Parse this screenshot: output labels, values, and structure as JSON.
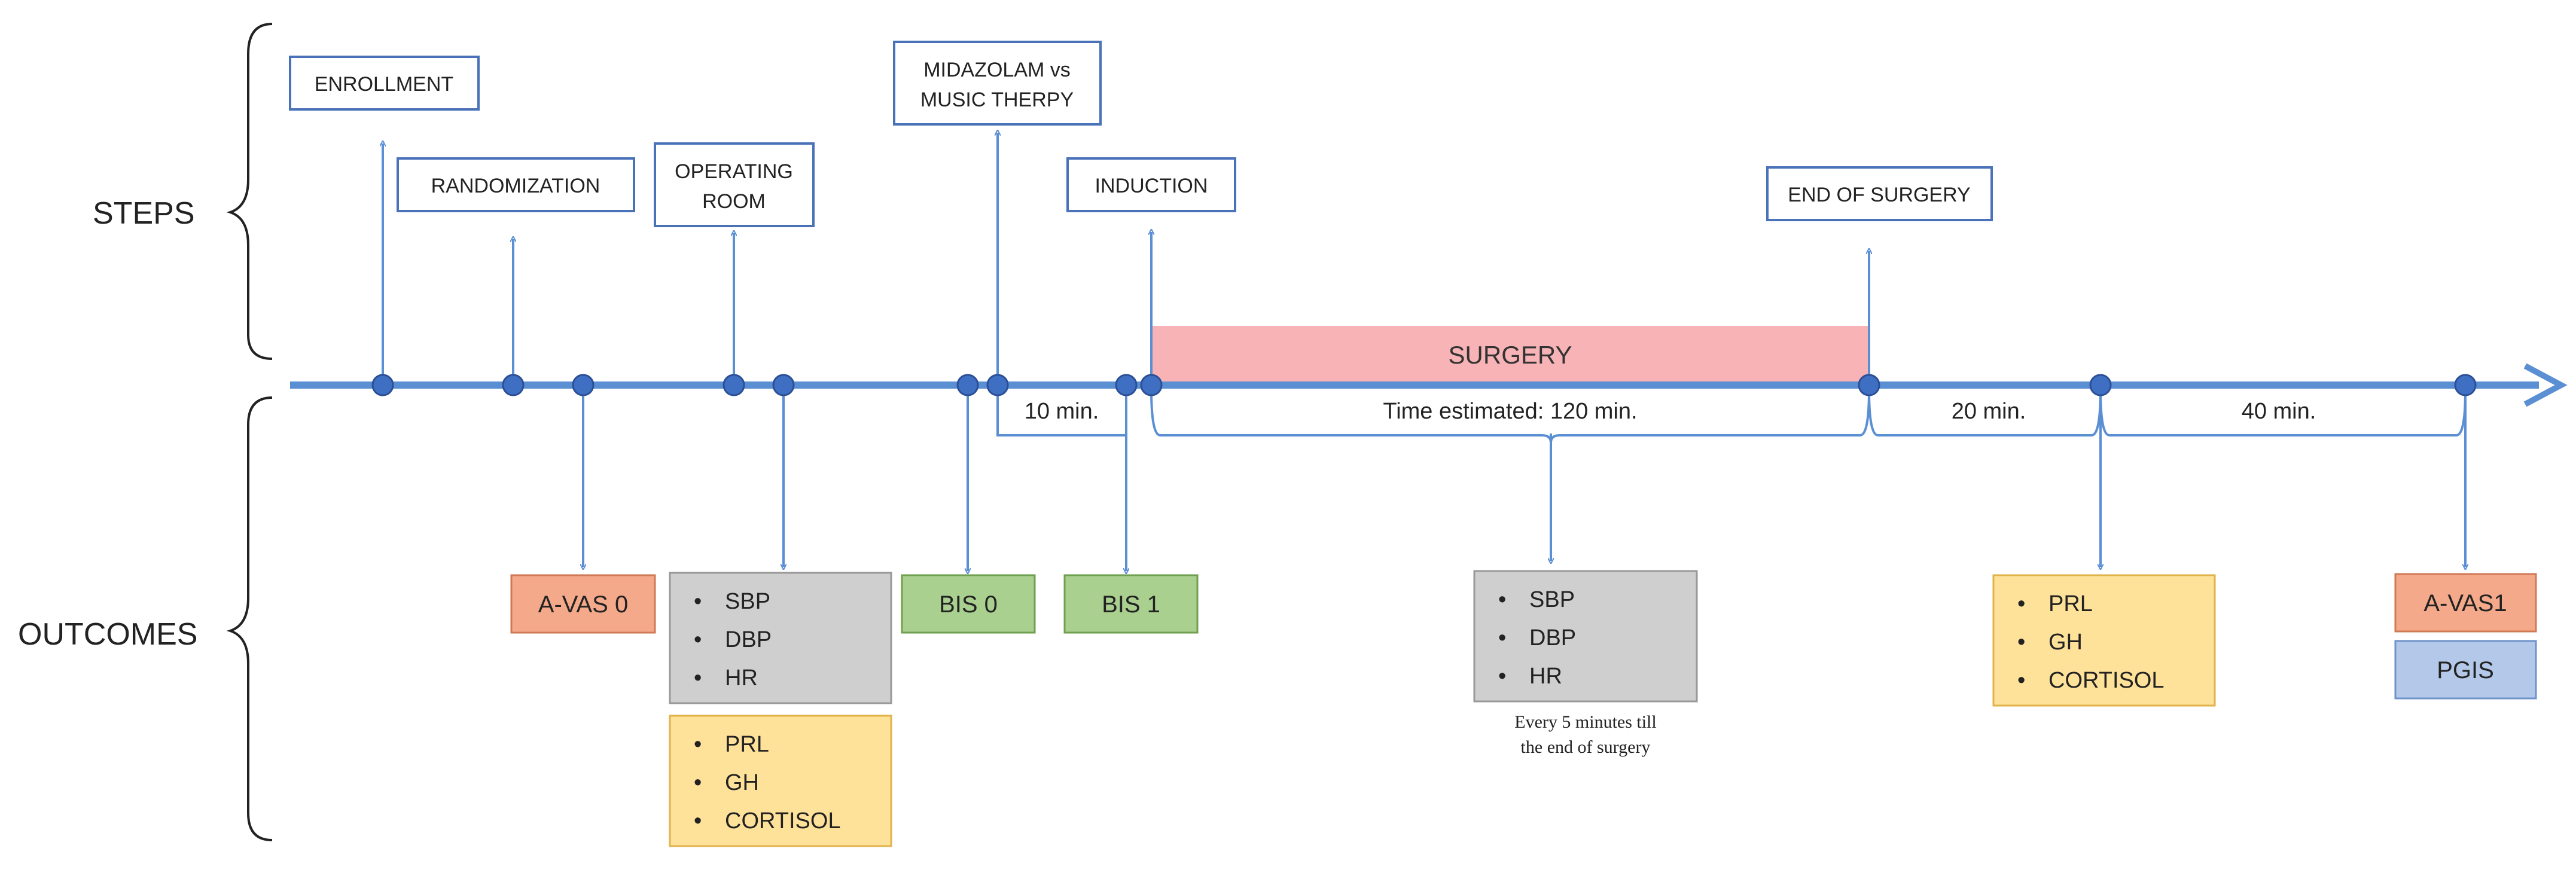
{
  "side_labels": {
    "steps": "STEPS",
    "outcomes": "OUTCOMES"
  },
  "steps": {
    "enrollment": "ENROLLMENT",
    "randomization": "RANDOMIZATION",
    "operating_room": [
      "OPERATING",
      "ROOM"
    ],
    "intervention": [
      "MIDAZOLAM vs",
      "MUSIC THERPY"
    ],
    "induction": "INDUCTION",
    "end_of_surgery": "END OF SURGERY"
  },
  "surgery_label": "SURGERY",
  "durations": {
    "d10": "10 min.",
    "d120": "Time estimated: 120 min.",
    "d20": "20 min.",
    "d40": "40 min."
  },
  "outcomes": {
    "avas0": "A-VAS 0",
    "vitals1": [
      "SBP",
      "DBP",
      "HR"
    ],
    "hormones1": [
      "PRL",
      "GH",
      "CORTISOL"
    ],
    "bis0": "BIS 0",
    "bis1": "BIS 1",
    "vitals2": [
      "SBP",
      "DBP",
      "HR"
    ],
    "vitals2_note": [
      "Every 5 minutes till",
      "the end of surgery"
    ],
    "hormones2": [
      "PRL",
      "GH",
      "CORTISOL"
    ],
    "avas1": "A-VAS1",
    "pgis": "PGIS"
  },
  "bullet": "•",
  "colors": {
    "line": "#5b8fd4",
    "dot": "#3f6fc2",
    "box_border": "#4a72b8",
    "surgery": "#f7b3b6",
    "orange": "#f4a98a",
    "orange_border": "#d07a55",
    "green": "#a9d08e",
    "green_border": "#6fa04f",
    "gray": "#cfcfcf",
    "gray_border": "#999999",
    "yellow": "#ffe29a",
    "yellow_border": "#e0b34a",
    "blue": "#b4c9ea",
    "blue_border": "#6f92c9"
  }
}
